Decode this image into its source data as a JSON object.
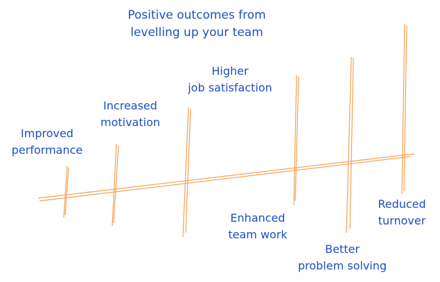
{
  "title": {
    "line1": "Positive outcomes from",
    "line2": "levelling up your team"
  },
  "outcomes": [
    {
      "line1": "Improved",
      "line2": "performance"
    },
    {
      "line1": "Increased",
      "line2": "motivation"
    },
    {
      "line1": "Higher",
      "line2": "job satisfaction"
    },
    {
      "line1": "Enhanced",
      "line2": "team work"
    },
    {
      "line1": "Better",
      "line2": "problem solving"
    },
    {
      "line1": "Reduced",
      "line2": "turnover"
    }
  ],
  "colors": {
    "line": "#f59f4c",
    "text": "#1c4fc0"
  }
}
